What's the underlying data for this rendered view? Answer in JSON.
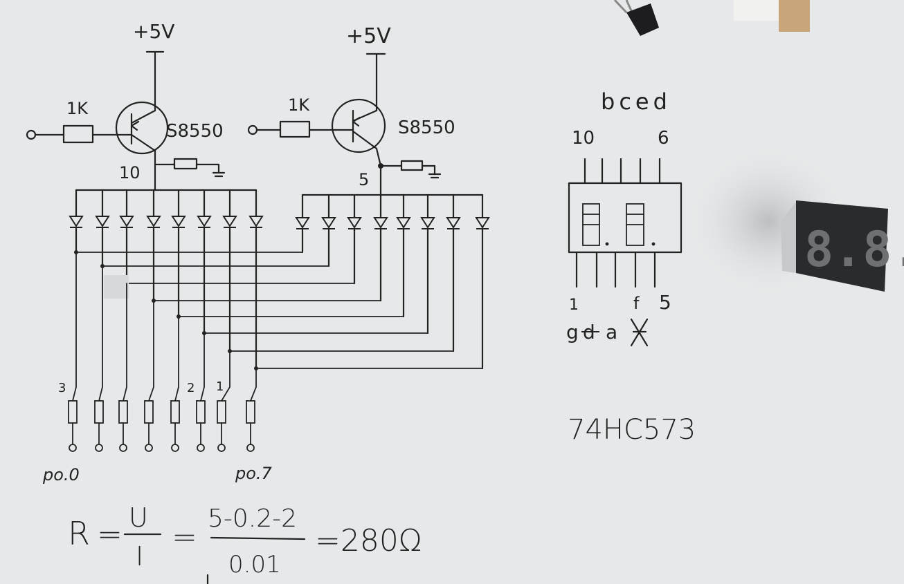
{
  "transistors": [
    {
      "supply": "+5V",
      "base_resistor": "1K",
      "part": "S8550",
      "emitter_pin": "10"
    },
    {
      "supply": "+5V",
      "base_resistor": "1K",
      "part": "S8550",
      "emitter_pin": "5"
    }
  ],
  "resistor_labels": {
    "r3": "3",
    "r2": "2",
    "r1": "1"
  },
  "port_labels": {
    "first": "po.0",
    "last": "po.7"
  },
  "display": {
    "top_segments": "bced",
    "pin_left_top": "10",
    "pin_right_top": "6",
    "pin_left_bottom": "1",
    "pin_f": "f",
    "pin_right_bottom": "5",
    "bottom_segments": "g",
    "bottom_segment_2": "a",
    "driver_chip": "74HC573",
    "real_display_digits": "8.8."
  },
  "formula": {
    "lhs": "R",
    "eq1": "=",
    "num1": "U",
    "den1": "I",
    "eq2": "=",
    "num2": "5-0.2-2",
    "den2": "0.01",
    "result": "=280Ω"
  },
  "colors": {
    "paper": "#e6e8e9",
    "ink": "#222222",
    "display_body": "#2a2b2d",
    "display_segment": "#6e7072"
  }
}
